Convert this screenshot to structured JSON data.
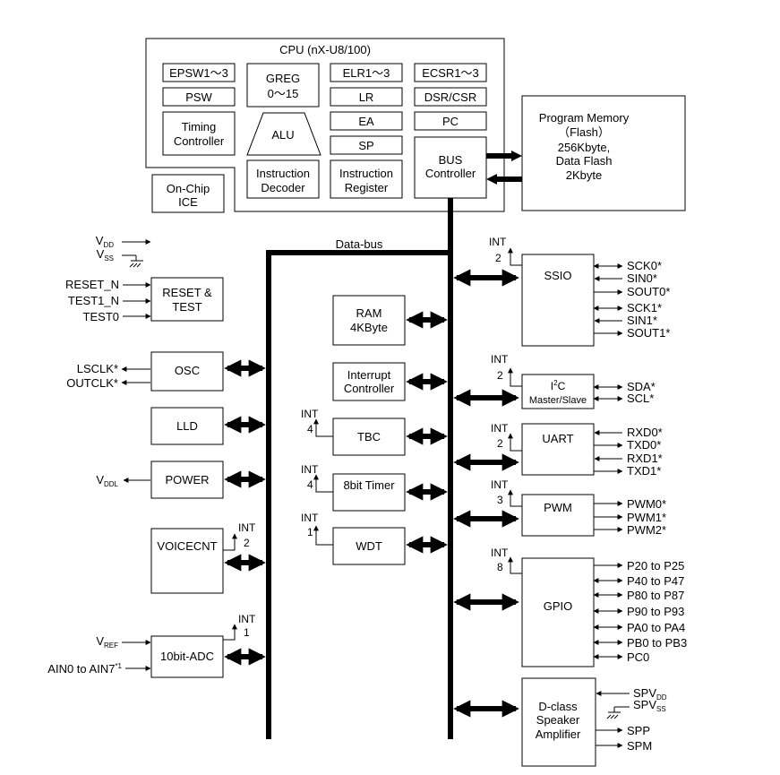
{
  "cpu": {
    "title": "CPU (nX-U8/100)",
    "epsw": "EPSW1～3",
    "greg_1": "GREG",
    "greg_2": "0～15",
    "elr": "ELR1～3",
    "ecsr": "ECSR1～3",
    "psw": "PSW",
    "lr": "LR",
    "dsr": "DSR/CSR",
    "timing_1": "Timing",
    "timing_2": "Controller",
    "alu": "ALU",
    "ea": "EA",
    "pc": "PC",
    "sp": "SP",
    "idec_1": "Instruction",
    "idec_2": "Decoder",
    "ireg_1": "Instruction",
    "ireg_2": "Register",
    "busctl_1": "BUS",
    "busctl_2": "Controller"
  },
  "program_memory": {
    "line1": "Program Memory",
    "line2": "（Flash）",
    "line3": "256Kbyte,",
    "line4": "Data Flash",
    "line5": "2Kbyte"
  },
  "ice": {
    "line1": "On-Chip",
    "line2": "ICE"
  },
  "data_bus_label": "Data-bus",
  "left": {
    "vdd": "V",
    "vdd_sub": "DD",
    "vss": "V",
    "vss_sub": "SS",
    "reset_n": "RESET_N",
    "test1_n": "TEST1_N",
    "test0": "TEST0",
    "reset_block_1": "RESET &",
    "reset_block_2": "TEST",
    "lsclk": "LSCLK*",
    "outclk": "OUTCLK*",
    "osc": "OSC",
    "lld": "LLD",
    "vddl": "V",
    "vddl_sub": "DDL",
    "power": "POWER",
    "voicecnt": "VOICECNT",
    "voice_int": "INT",
    "voice_int_n": "2",
    "adc": "10bit-ADC",
    "adc_int": "INT",
    "adc_int_n": "1",
    "vref": "V",
    "vref_sub": "REF",
    "ain": "AIN0 to AIN7",
    "ain_sup": "*1"
  },
  "center": {
    "ram_1": "RAM",
    "ram_2": "4KByte",
    "intc_1": "Interrupt",
    "intc_2": "Controller",
    "tbc": "TBC",
    "tbc_int": "INT",
    "tbc_int_n": "4",
    "timer": "8bit Timer",
    "timer_int": "INT",
    "timer_int_n": "4",
    "wdt": "WDT",
    "wdt_int": "INT",
    "wdt_int_n": "1"
  },
  "right": {
    "ssio": "SSIO",
    "ssio_int": "INT",
    "ssio_int_n": "2",
    "ssio_signals": [
      "SCK0*",
      "SIN0*",
      "SOUT0*",
      "SCK1*",
      "SIN1*",
      "SOUT1*"
    ],
    "i2c_main": "I",
    "i2c_sup": "2",
    "i2c_c": "C",
    "i2c_sub": "Master/Slave",
    "i2c_int": "INT",
    "i2c_int_n": "2",
    "i2c_signals": [
      "SDA*",
      "SCL*"
    ],
    "uart": "UART",
    "uart_int": "INT",
    "uart_int_n": "2",
    "uart_signals": [
      "RXD0*",
      "TXD0*",
      "RXD1*",
      "TXD1*"
    ],
    "pwm": "PWM",
    "pwm_int": "INT",
    "pwm_int_n": "3",
    "pwm_signals": [
      "PWM0*",
      "PWM1*",
      "PWM2*"
    ],
    "gpio": "GPIO",
    "gpio_int": "INT",
    "gpio_int_n": "8",
    "gpio_signals": [
      "P20 to P25",
      "P40 to P47",
      "P80 to P87",
      "P90 to P93",
      "PA0 to PA4",
      "PB0 to PB3",
      "PC0"
    ],
    "spk_1": "D-class",
    "spk_2": "Speaker",
    "spk_3": "Amplifier",
    "spvdd": "SPV",
    "spvdd_sub": "DD",
    "spvss": "SPV",
    "spvss_sub": "SS",
    "spp": "SPP",
    "spm": "SPM"
  }
}
